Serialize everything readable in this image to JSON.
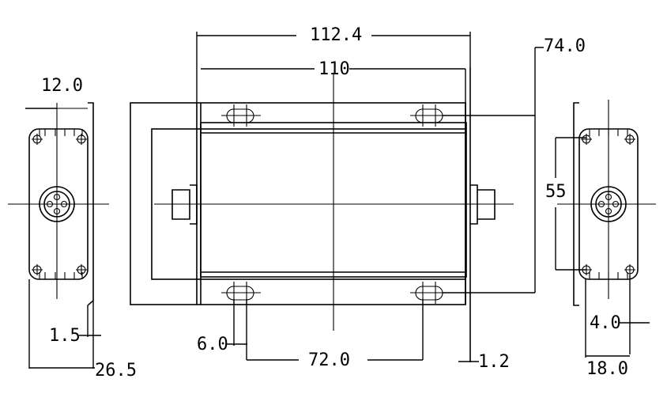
{
  "dimensions": {
    "overall_length": "112.4",
    "body_length": "110",
    "total_width": "74.0",
    "side_flange_width": "12.0",
    "mount_hole_spacing_vertical": "55",
    "flange_thickness": "1.5",
    "side_width_left": "26.5",
    "slot_width": "6.0",
    "mount_hole_spacing_horizontal": "72.0",
    "plate_thickness": "1.2",
    "side_flange_offset": "4.0",
    "side_width_right": "18.0"
  }
}
